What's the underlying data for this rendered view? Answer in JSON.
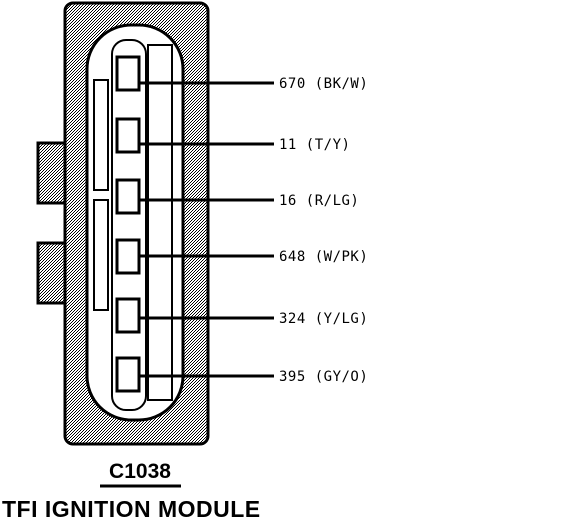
{
  "connector": {
    "id": "C1038",
    "name": "TFI IGNITION MODULE"
  },
  "pins": [
    {
      "label": "670 (BK/W)"
    },
    {
      "label": "11 (T/Y)"
    },
    {
      "label": "16 (R/LG)"
    },
    {
      "label": "648 (W/PK)"
    },
    {
      "label": "324 (Y/LG)"
    },
    {
      "label": "395 (GY/O)"
    }
  ]
}
